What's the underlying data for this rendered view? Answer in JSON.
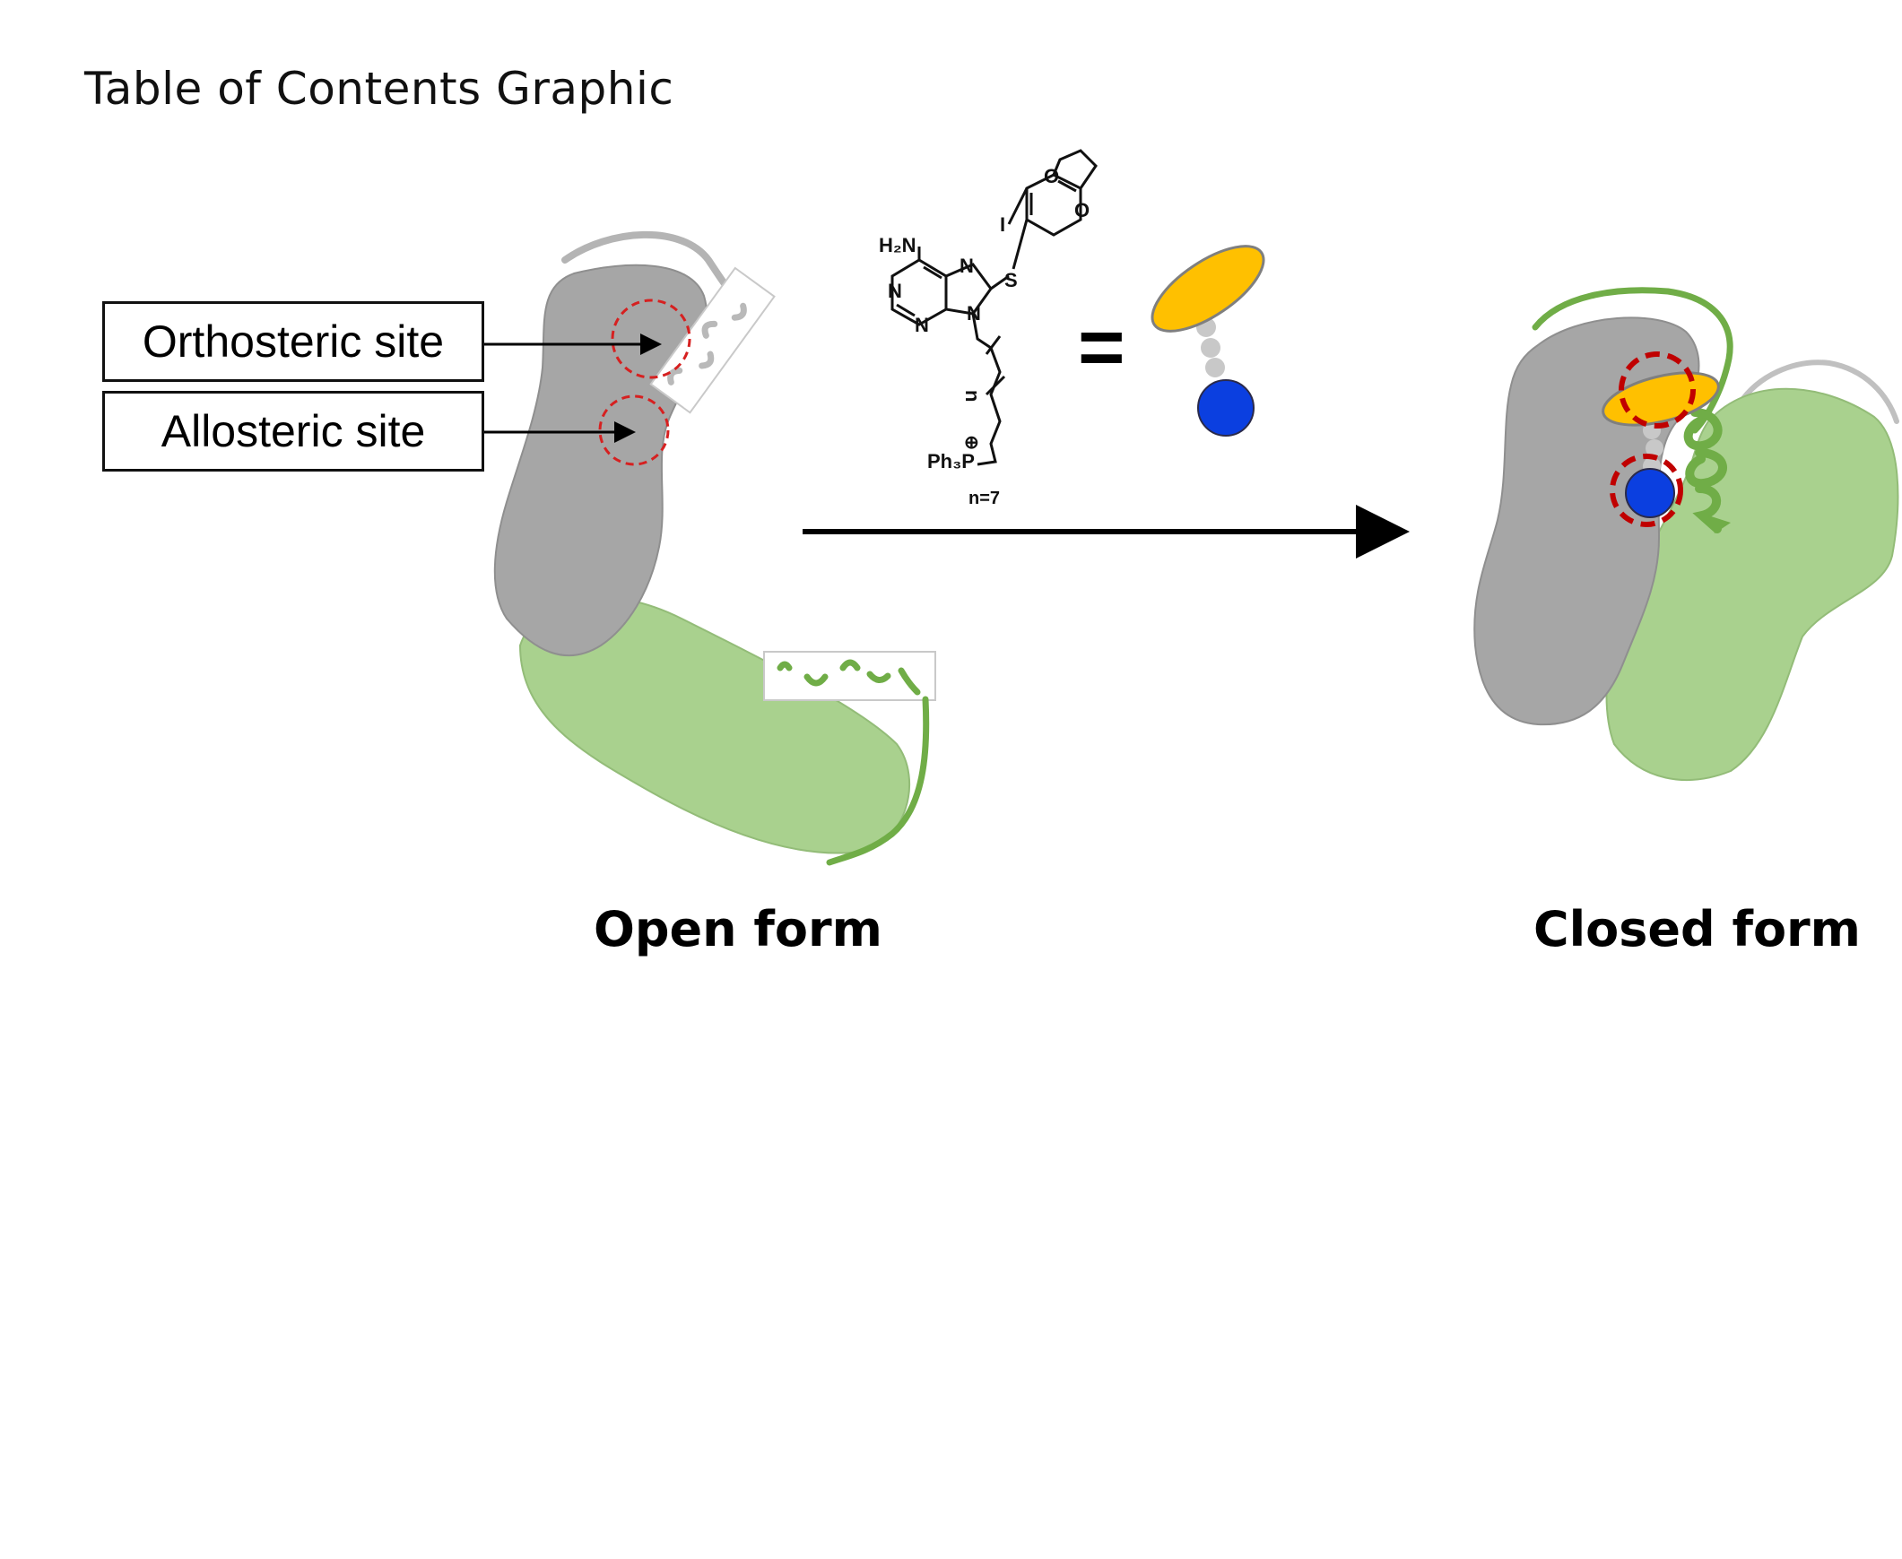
{
  "heading": "Table of Contents Graphic",
  "labels": {
    "orthosteric": "Orthosteric site",
    "allosteric": "Allosteric site",
    "open_form": "Open form",
    "closed_form": "Closed form"
  },
  "molecule": {
    "atoms": {
      "h2n": "H₂N",
      "n_left": "N",
      "n_bottom": "N",
      "n_imid_top": "N",
      "n_imid_bottom": "N",
      "iodine": "I",
      "sulfur": "S",
      "o_top": "O",
      "o_right": "O",
      "chain_n": "n",
      "phosphonium": "Ph₃P",
      "charge": "⊕"
    },
    "n_value": "n=7",
    "equals": "="
  },
  "colors": {
    "protein_gray": "#a6a6a6",
    "protein_green": "#a9d18e",
    "helix_green": "#70ad47",
    "ligand_orange": "#ffc000",
    "ligand_blue": "#0b3fe0",
    "site_circle_red": "#c00000",
    "linker_gray": "#c8c8c8"
  }
}
